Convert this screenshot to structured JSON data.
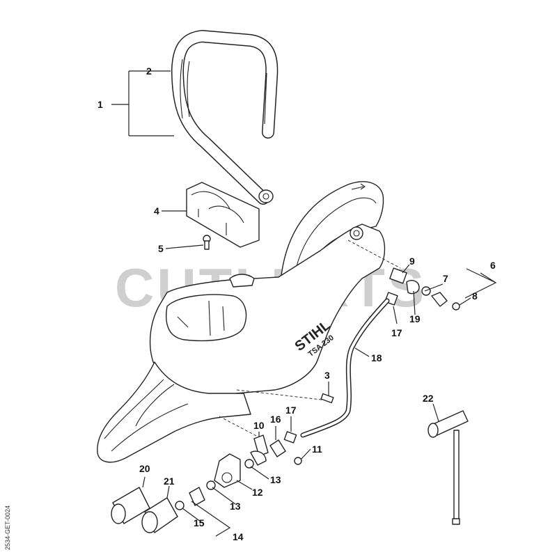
{
  "watermark": "CUTLERTS",
  "product_label": {
    "brand": "STIHL",
    "model": "TSA 230"
  },
  "side_stamp": "2534-GET-0024",
  "callouts": [
    {
      "id": "c1",
      "label": "1"
    },
    {
      "id": "c2",
      "label": "2"
    },
    {
      "id": "c3",
      "label": "3"
    },
    {
      "id": "c4",
      "label": "4"
    },
    {
      "id": "c5",
      "label": "5"
    },
    {
      "id": "c6",
      "label": "6"
    },
    {
      "id": "c7",
      "label": "7"
    },
    {
      "id": "c8",
      "label": "8"
    },
    {
      "id": "c9",
      "label": "9"
    },
    {
      "id": "c10",
      "label": "10"
    },
    {
      "id": "c11",
      "label": "11"
    },
    {
      "id": "c12",
      "label": "12"
    },
    {
      "id": "c13a",
      "label": "13"
    },
    {
      "id": "c13b",
      "label": "13"
    },
    {
      "id": "c14",
      "label": "14"
    },
    {
      "id": "c15",
      "label": "15"
    },
    {
      "id": "c16",
      "label": "16"
    },
    {
      "id": "c17a",
      "label": "17"
    },
    {
      "id": "c17b",
      "label": "17"
    },
    {
      "id": "c18",
      "label": "18"
    },
    {
      "id": "c19",
      "label": "19"
    },
    {
      "id": "c20",
      "label": "20"
    },
    {
      "id": "c21",
      "label": "21"
    },
    {
      "id": "c22",
      "label": "22"
    }
  ]
}
